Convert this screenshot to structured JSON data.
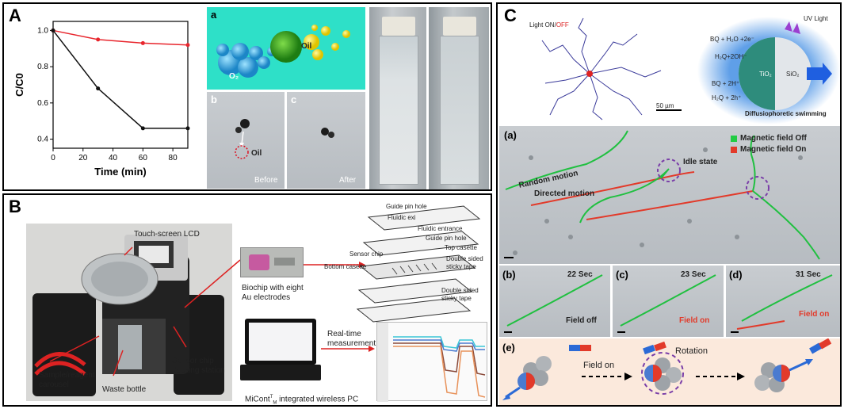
{
  "panels": {
    "A": {
      "letter": "A"
    },
    "B": {
      "letter": "B"
    },
    "C": {
      "letter": "C"
    }
  },
  "chart_data": {
    "type": "line",
    "xlabel": "Time (min)",
    "ylabel": "C/C0",
    "xlim": [
      0,
      90
    ],
    "ylim": [
      0.35,
      1.05
    ],
    "xticks": [
      0,
      20,
      40,
      60,
      80
    ],
    "yticks": [
      0.4,
      0.6,
      0.8,
      1.0
    ],
    "series": [
      {
        "color": "#e8262d",
        "x": [
          0,
          30,
          60,
          90
        ],
        "y": [
          1.0,
          0.95,
          0.93,
          0.92
        ]
      },
      {
        "color": "#111111",
        "x": [
          0,
          30,
          60,
          90
        ],
        "y": [
          1.0,
          0.68,
          0.46,
          0.46
        ]
      }
    ]
  },
  "panel_a_images": {
    "sub_a": "a",
    "sub_b": "b",
    "sub_c": "c",
    "oil_label_sphere": "Oil",
    "o2_label": "O₂",
    "oil_label_micro": "Oil",
    "before": "Before",
    "after": "After"
  },
  "panel_b": {
    "touchscreen": "Touch-screen LCD",
    "sample_carousel": "Sample/reagent\ncarousel",
    "sample_line1": "Sample/reagent",
    "sample_line2": "carousel",
    "waste_bottle": "Waste bottle",
    "sensor_dock_line1": "Sensor chip",
    "sensor_dock_line2": "docking station",
    "biochip_line1": "Biochip with eight",
    "biochip_line2": "Au electrodes",
    "guide_pin_top": "Guide pin hole",
    "fluidic_exit": "Fluidic exi",
    "fluidic_entrance": "Fluidic entrance",
    "guide_pin_right": "Guide pin hole",
    "sensor_chip": "Sensor chip",
    "top_casette": "Top casette",
    "bottom_casette": "Bottom casette",
    "double_tape_1a": "Double sided",
    "double_tape_1b": "sticky tape",
    "double_tape_2a": "Double sided",
    "double_tape_2b": "sticky tape",
    "realtime_line1": "Real-time",
    "realtime_line2": "measurement",
    "pc_label": "MiCont",
    "pc_label_rest": " integrated wireless PC",
    "pc_sup": "T",
    "pc_sub": "M"
  },
  "panel_c": {
    "light_on": "Light ON",
    "light_off": "OFF",
    "scale": "50 µm",
    "uv_light": "UV Light",
    "reaction1": "BQ + H₂O +2e⁻",
    "reaction2": "H₂Q+2OH⁻",
    "reaction3": "BQ + 2H⁺",
    "reaction4": "H₂Q + 2h⁺",
    "tio2": "TiO₂",
    "sio2": "SiO₂",
    "diffusio": "Diffusiophoretic swimming",
    "sub_a": "(a)",
    "legend_off": "Magnetic field Off",
    "legend_on": "Magnetic field On",
    "random_motion": "Random motion",
    "directed_motion": "Directed motion",
    "idle_state": "Idle state",
    "sub_b": "(b)",
    "sub_c": "(c)",
    "sub_d": "(d)",
    "sub_e": "(e)",
    "time_b": "22 Sec",
    "time_c": "23 Sec",
    "time_d": "31 Sec",
    "field_off": "Field off",
    "field_on_c": "Field on",
    "field_on_d": "Field on",
    "rotation": "Rotation",
    "field_on_e": "Field on"
  }
}
